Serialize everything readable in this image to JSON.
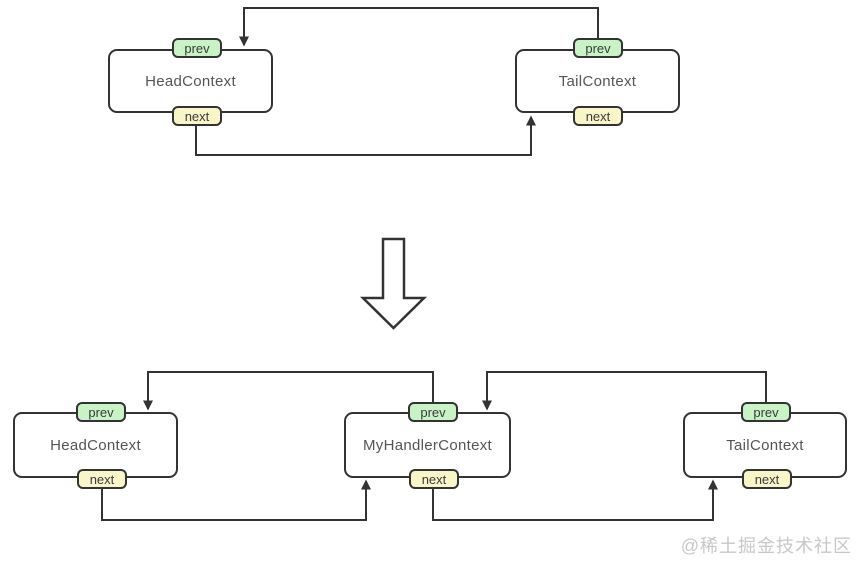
{
  "diagram": {
    "before": {
      "nodes": [
        {
          "id": "head",
          "label": "HeadContext",
          "prev_label": "prev",
          "next_label": "next"
        },
        {
          "id": "tail",
          "label": "TailContext",
          "prev_label": "prev",
          "next_label": "next"
        }
      ],
      "edges": [
        {
          "from": "TailContext.prev",
          "to": "HeadContext"
        },
        {
          "from": "HeadContext.next",
          "to": "TailContext"
        }
      ]
    },
    "transform_arrow": "down-arrow",
    "after": {
      "nodes": [
        {
          "id": "head",
          "label": "HeadContext",
          "prev_label": "prev",
          "next_label": "next"
        },
        {
          "id": "myhandler",
          "label": "MyHandlerContext",
          "prev_label": "prev",
          "next_label": "next"
        },
        {
          "id": "tail",
          "label": "TailContext",
          "prev_label": "prev",
          "next_label": "next"
        }
      ],
      "edges": [
        {
          "from": "MyHandlerContext.prev",
          "to": "HeadContext"
        },
        {
          "from": "TailContext.prev",
          "to": "MyHandlerContext"
        },
        {
          "from": "HeadContext.next",
          "to": "MyHandlerContext"
        },
        {
          "from": "MyHandlerContext.next",
          "to": "TailContext"
        }
      ]
    }
  },
  "watermark": {
    "text": "@稀土掘金技术社区"
  },
  "colors": {
    "line": "#333333",
    "prev_fill": "#c9f2c6",
    "next_fill": "#f8f6c8",
    "node_text": "#555555",
    "tab_text": "#3a3a3a",
    "watermark": "#c8c8c8",
    "box_fill": "#ffffff"
  }
}
